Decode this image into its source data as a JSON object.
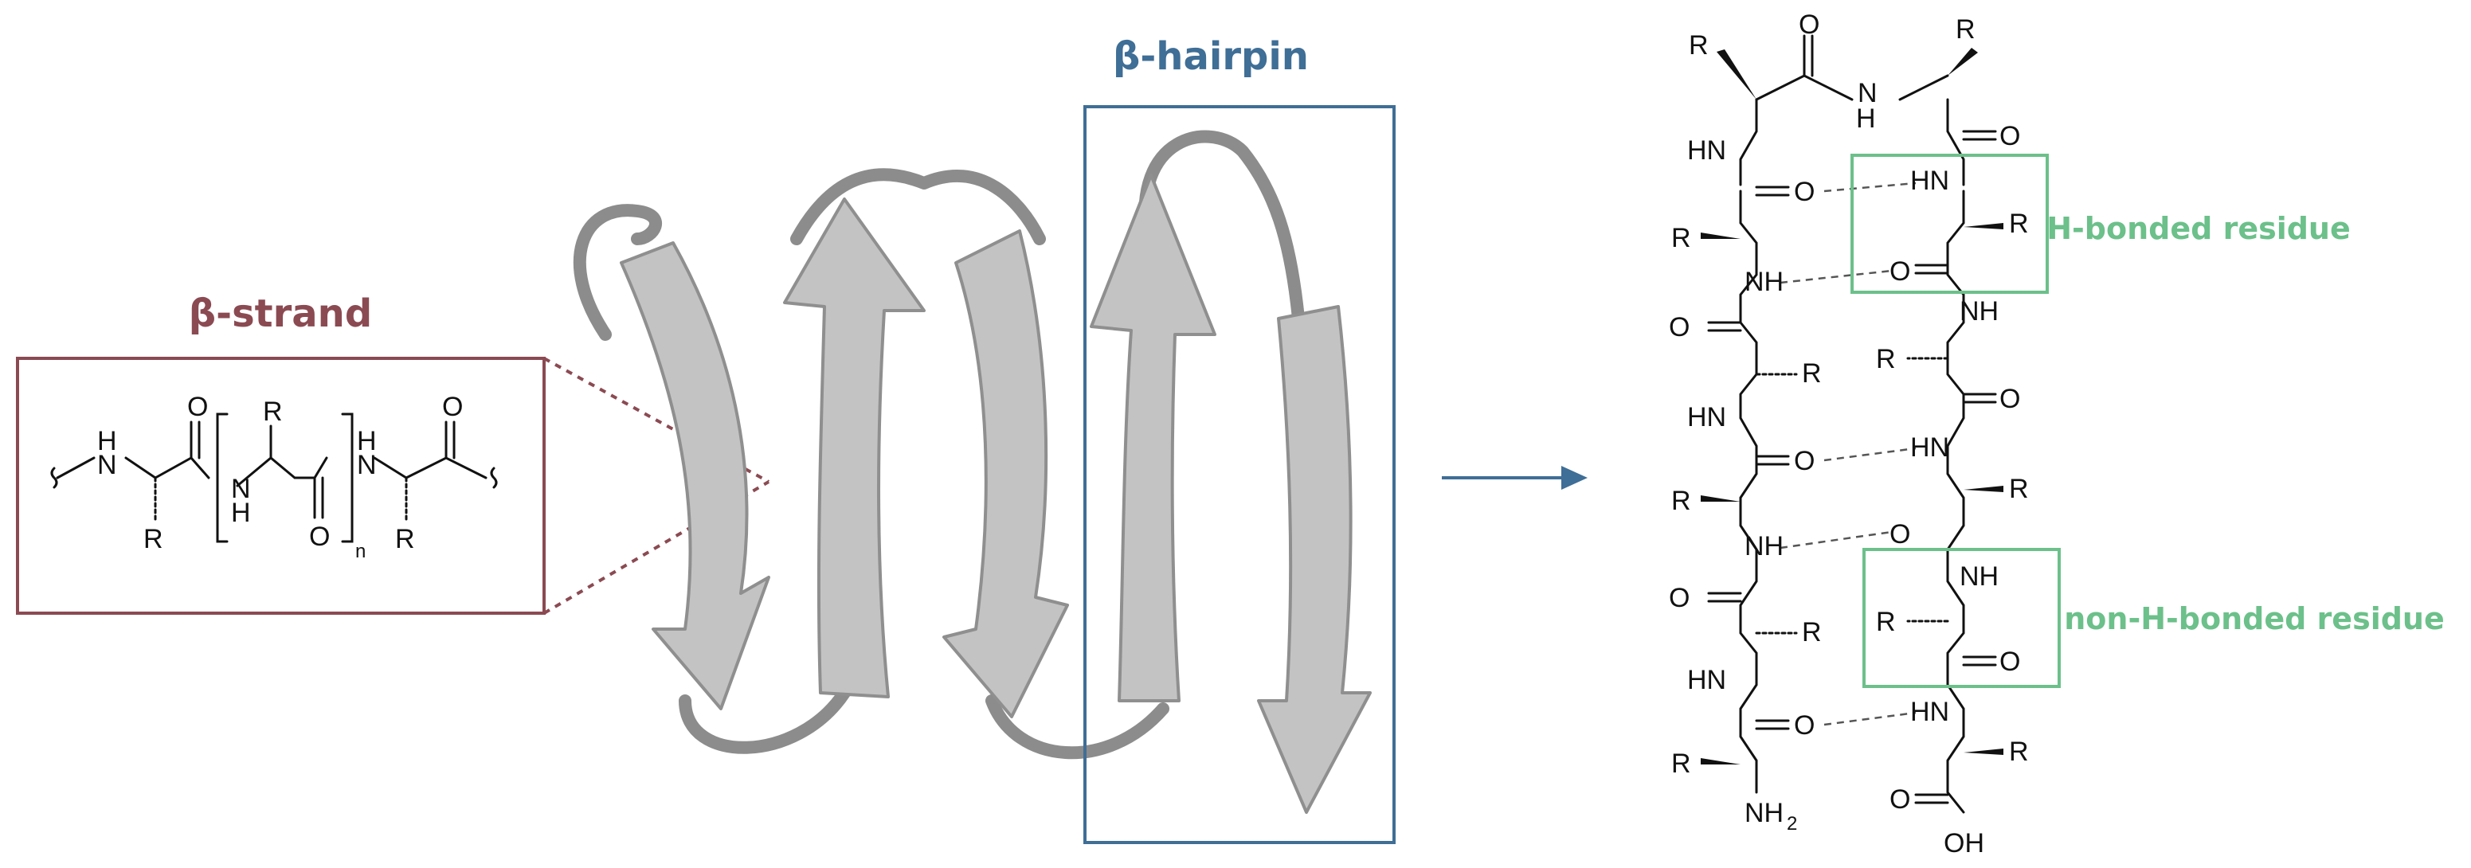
{
  "labels": {
    "beta_strand": "β-strand",
    "beta_hairpin": "β-hairpin",
    "h_bonded_residue": "H-bonded residue",
    "non_h_bonded_residue": "non-H-bonded residue"
  },
  "strand_formula": {
    "r": "R",
    "o": "O",
    "nh_top": "H",
    "n_top": "N",
    "n_bridge": "N",
    "h_bridge": "H",
    "repeat_subscript": "n"
  },
  "ladder_atoms": {
    "r": "R",
    "o": "O",
    "nh": "NH",
    "hn": "HN",
    "n": "N",
    "h": "H",
    "nh2": "NH",
    "nh2_sub": "2",
    "oh": "OH"
  },
  "colors": {
    "beta_strand": "#8b4a52",
    "beta_hairpin": "#3f6e96",
    "residue_green": "#6cc08a",
    "arrow": "#3f6e96",
    "ribbon_fill": "#c3c3c3",
    "ribbon_edge": "#8f8f8f"
  },
  "icons": {
    "arrow": "right-arrow-icon"
  }
}
